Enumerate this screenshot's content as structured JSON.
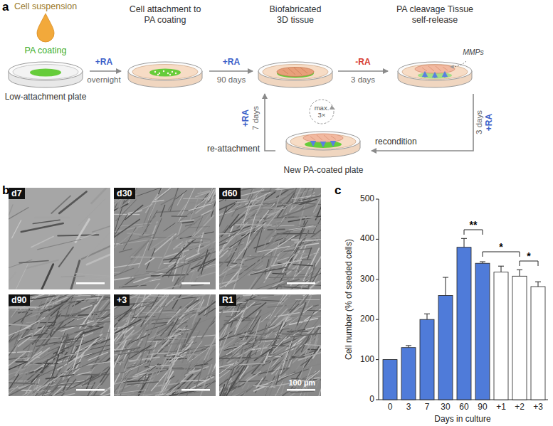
{
  "diagram": {
    "nodes": [
      {
        "text": [
          "Cell suspension",
          "PA coating",
          "Low-attachment plate"
        ]
      },
      {
        "text": [
          "Cell attachment to PA coating"
        ]
      },
      {
        "text": [
          "Biofabricated 3D tissue"
        ]
      },
      {
        "text": [
          "PA cleavage Tissue self-release",
          "MMPs"
        ]
      },
      {
        "text": [
          "New PA-coated plate"
        ]
      }
    ],
    "edges": [
      {
        "from": 0,
        "to": 1,
        "arrow": "to",
        "label": "+RA"
      },
      {
        "from": 1,
        "to": 2,
        "arrow": "to",
        "label": "+RA"
      },
      {
        "from": 2,
        "to": 3,
        "arrow": "to",
        "label": "-RA"
      },
      {
        "from": 3,
        "to": 4,
        "arrow": "to",
        "label": "+RA"
      },
      {
        "from": 4,
        "to": 2,
        "arrow": "to",
        "label": "+RA"
      }
    ],
    "labels": [
      "a",
      "overnight",
      "90 days",
      "3 days",
      "3 days",
      "recondition",
      "re-attachment",
      "7 days",
      "max. 3×",
      "b",
      "d7",
      "d30",
      "d60",
      "d90",
      "+3",
      "R1",
      "100 µm",
      "c",
      "Cell number (% of seeded cells)",
      "0",
      "100",
      "200",
      "300",
      "400",
      "500",
      "0",
      "3",
      "7",
      "30",
      "60",
      "90",
      "+1",
      "+2",
      "+3",
      "Days in culture",
      "**",
      "*",
      "*"
    ]
  }
}
